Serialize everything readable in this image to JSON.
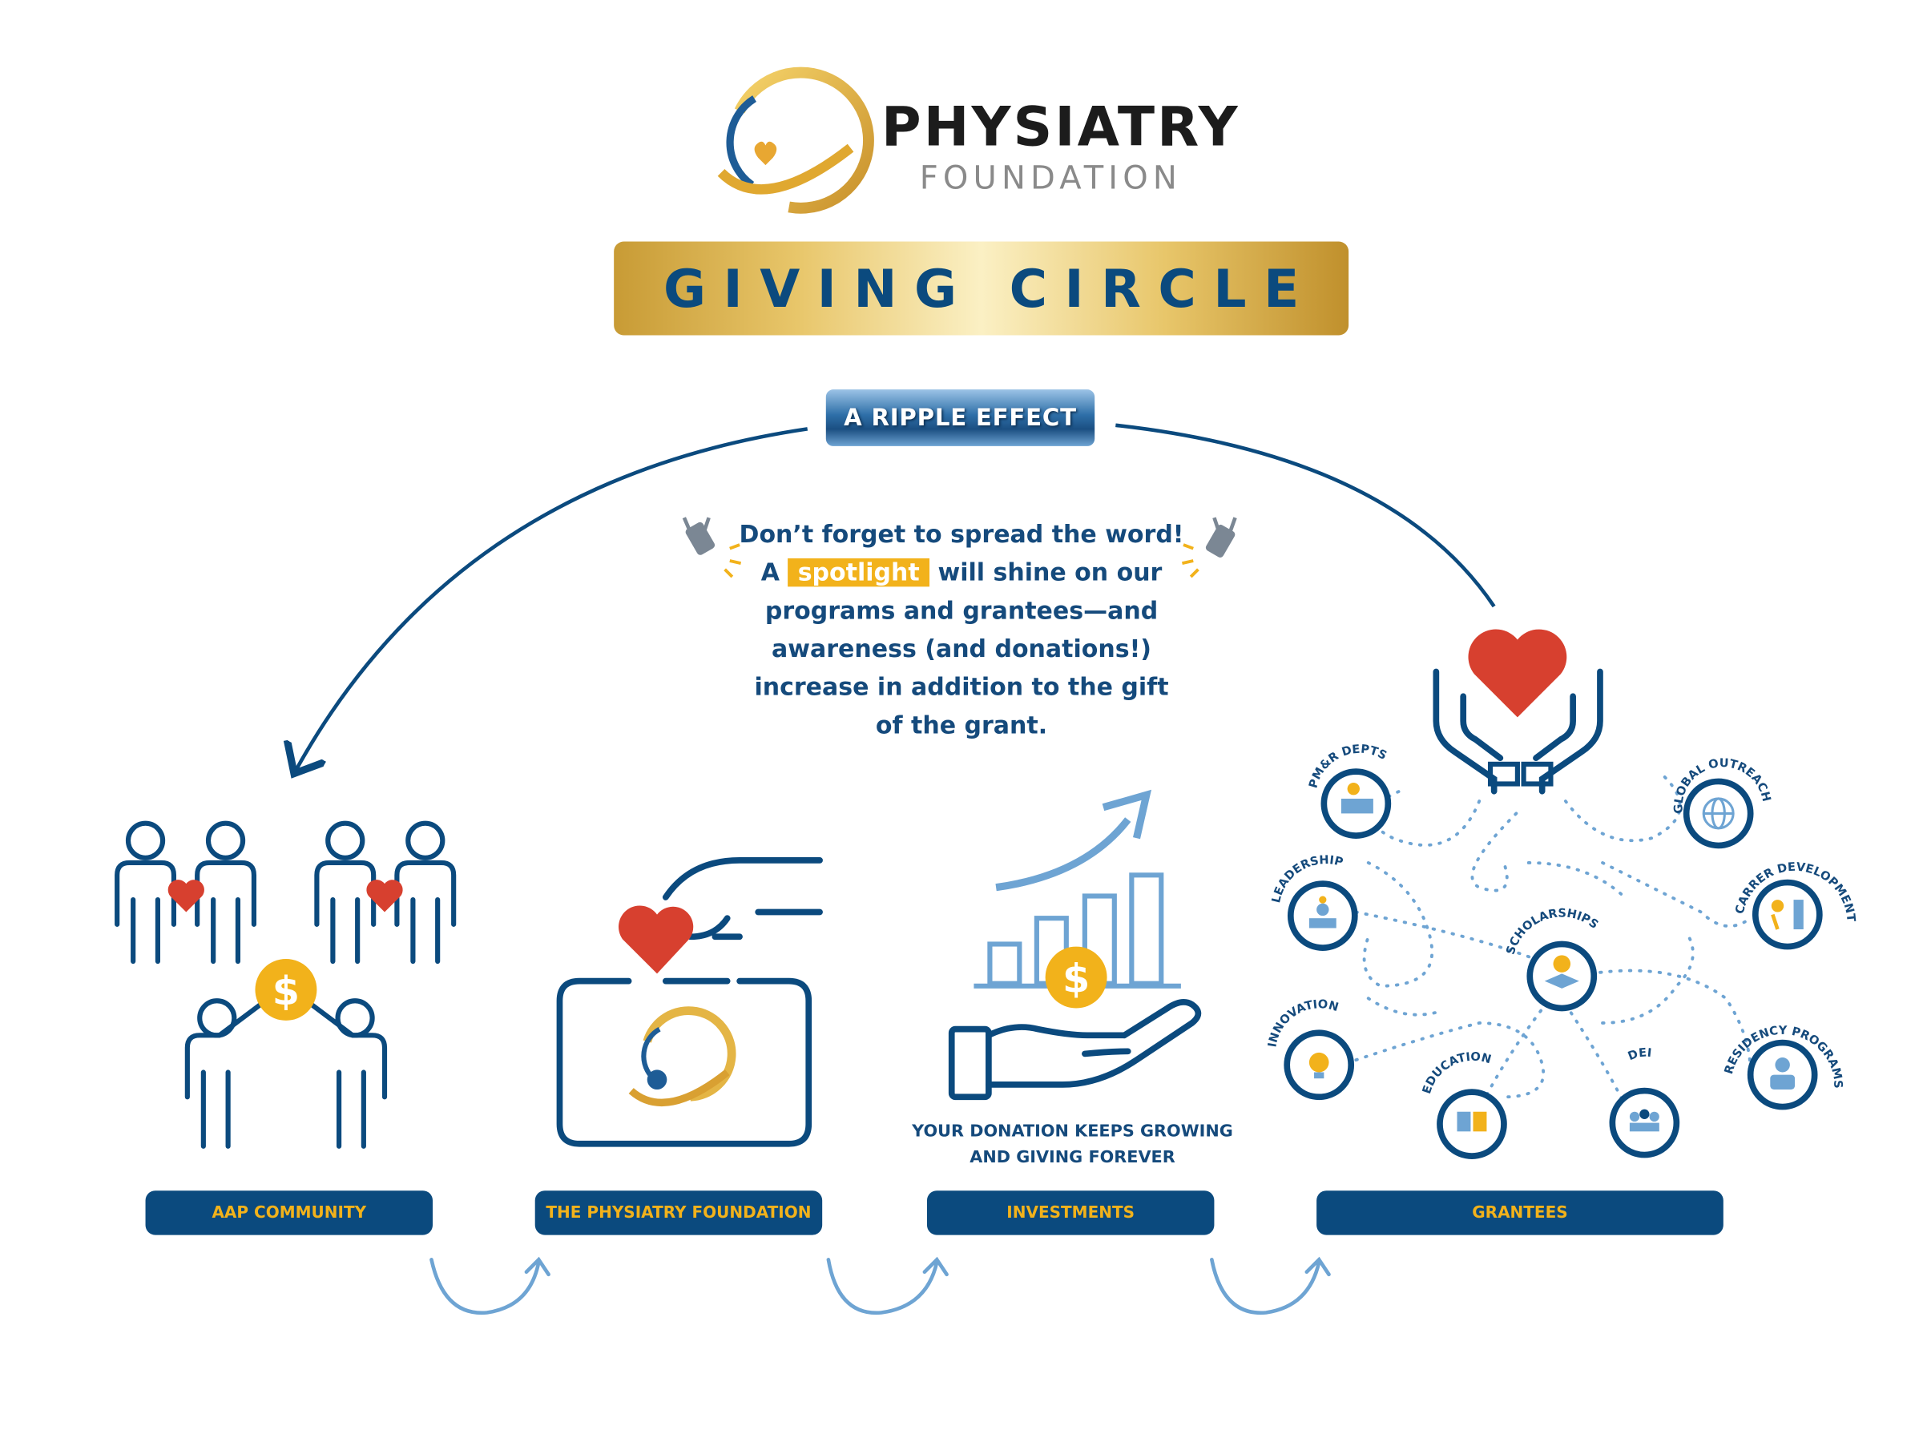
{
  "logo": {
    "title": "PHYSIATRY",
    "subtitle": "FOUNDATION"
  },
  "banner": "GIVING CIRCLE",
  "ripple": "A RIPPLE EFFECT",
  "message": {
    "line1": "Don’t forget to spread the word!",
    "line2_pre": "A",
    "spotlight": "spotlight",
    "line2_post": "will shine on our",
    "line3": "programs and grantees—and",
    "line4": "awareness (and donations!)",
    "line5": "increase in addition to the gift",
    "line6": "of the grant."
  },
  "investments_caption": {
    "line1": "YOUR DONATION KEEPS GROWING",
    "line2": "AND GIVING FOREVER"
  },
  "stages": {
    "community": "AAP COMMUNITY",
    "foundation": "THE PHYSIATRY FOUNDATION",
    "investments": "INVESTMENTS",
    "grantees": "GRANTEES"
  },
  "grantee_nodes": {
    "pmr": "PM&R DEPTS",
    "global": "GLOBAL OUTREACH",
    "leadership": "LEADERSHIP",
    "career": "CARRER DEVELOPMENT",
    "scholarships": "SCHOLARSHIPS",
    "innovation": "INNOVATION",
    "residency": "RESIDENCY PROGRAMS",
    "education": "EDUCATION",
    "dei": "DEI"
  },
  "colors": {
    "navy": "#0b4a7e",
    "gold": "#f2b21b",
    "heart": "#d7402f",
    "lightblue": "#6ea4d3"
  },
  "icons": [
    "logo-icon",
    "spotlight-icon",
    "heart-icon",
    "dollar-icon",
    "people-icon",
    "donation-box-icon",
    "growth-chart-icon",
    "hand-icon",
    "hands-heart-icon",
    "globe-icon",
    "graduation-cap-icon",
    "lightbulb-icon",
    "book-icon",
    "doctor-icon",
    "climb-icon",
    "teacher-icon",
    "group-icon",
    "curved-arrow-icon"
  ]
}
